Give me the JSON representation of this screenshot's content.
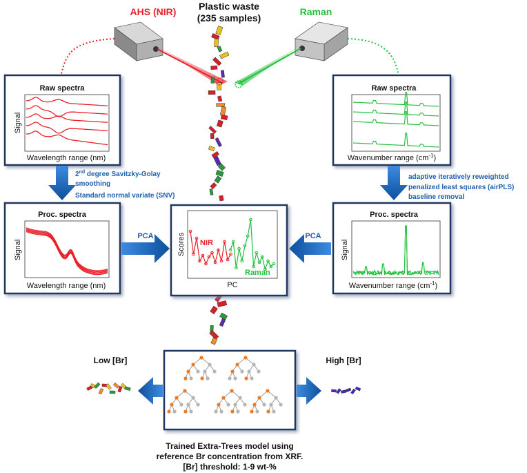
{
  "top": {
    "source_label": "AHS (NIR)",
    "title_line1": "Plastic waste",
    "title_line2": "(235 samples)",
    "raman_label": "Raman"
  },
  "left_raw": {
    "title": "Raw spectra",
    "ylabel": "Signal",
    "xlabel": "Wavelength range (nm)"
  },
  "right_raw": {
    "title": "Raw spectra",
    "xlabel": "Wavenumber range (cm",
    "xlabel_sup": "-1",
    "xlabel_end": ")"
  },
  "left_preproc": {
    "line1_pre": "2",
    "line1_sup": "nd",
    "line1_post": " degree Savitzky-Golay",
    "line2": "smoothing",
    "line3": "Standard normal variate (SNV)"
  },
  "right_preproc": {
    "line1": "adaptive iteratively reweighted",
    "line2": "penalized least squares (airPLS)",
    "line3": "baseline removal"
  },
  "left_proc": {
    "title": "Proc. spectra",
    "ylabel": "Signal",
    "xlabel": "Wavelength range (nm)"
  },
  "right_proc": {
    "title": "Proc. spectra",
    "ylabel": "Signal",
    "xlabel": "Wavenumber range (cm",
    "xlabel_sup": "-1",
    "xlabel_end": ")"
  },
  "pca": {
    "left_label": "PCA",
    "right_label": "PCA",
    "ylabel": "Scores",
    "xlabel": "PC",
    "nir_label": "NIR",
    "raman_label": "Raman"
  },
  "classification": {
    "low_label": "Low [Br]",
    "high_label": "High [Br]"
  },
  "caption": {
    "line1": "Trained Extra-Trees model using",
    "line2": "reference Br concentration from XRF.",
    "line3": "[Br] threshold: 1-9 wt-%"
  },
  "colors": {
    "nir": "#e8202a",
    "raman": "#22c03c",
    "arrow": "#1565c0",
    "box_border": "#22355e",
    "text_blue": "#1f5fae",
    "tree_orange": "#f07a22",
    "tree_grey": "#b4b4b4"
  }
}
